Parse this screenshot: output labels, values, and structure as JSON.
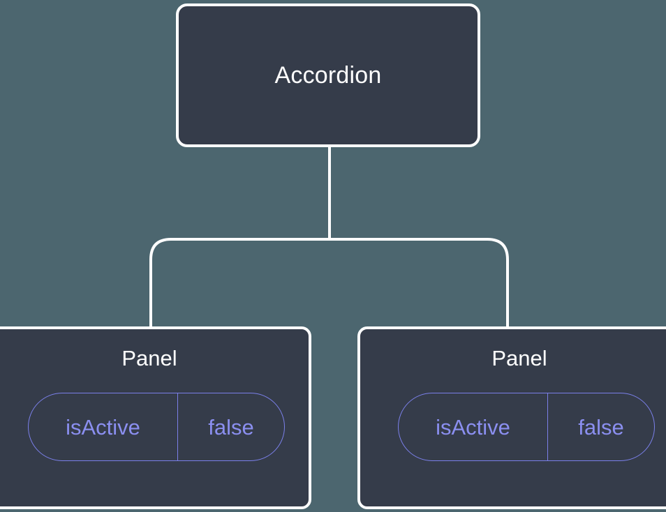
{
  "diagram": {
    "type": "component-tree",
    "background_color": "#4c666f",
    "node_fill_color": "#353c4a",
    "node_border_color": "#ffffff",
    "prop_accent_color": "#8b8ff0",
    "connector_color": "#ffffff",
    "root": {
      "label": "Accordion"
    },
    "children": [
      {
        "label": "Panel",
        "prop": {
          "key": "isActive",
          "value": "false"
        }
      },
      {
        "label": "Panel",
        "prop": {
          "key": "isActive",
          "value": "false"
        }
      }
    ]
  }
}
